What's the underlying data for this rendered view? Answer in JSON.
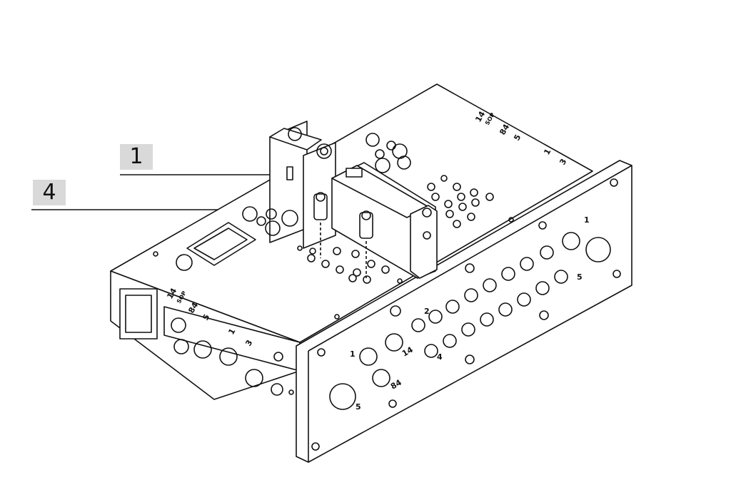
{
  "callouts": [
    {
      "label": "1"
    },
    {
      "label": "4"
    }
  ],
  "port_labels": {
    "rear_top": [
      "14",
      "SOP",
      "84",
      "5",
      "1",
      "3"
    ],
    "left_side": [
      "14",
      "SOP",
      "84",
      "5",
      "1",
      "3"
    ],
    "front_row_upper": [
      "2",
      "1"
    ],
    "front_row_lower": [
      "4",
      "5"
    ],
    "front_left": [
      "1",
      "14",
      "84",
      "5"
    ]
  },
  "colors": {
    "line": "#111111",
    "callout_bg": "#d9d9d9",
    "background": "#ffffff"
  }
}
